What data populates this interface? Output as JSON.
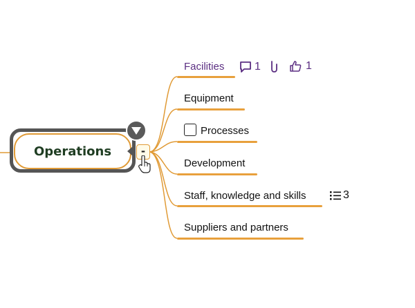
{
  "central": {
    "label": "Operations"
  },
  "controls": {
    "collapse_label": "-"
  },
  "branches": [
    {
      "label": "Facilities",
      "comments_count": "1",
      "likes_count": "1"
    },
    {
      "label": "Equipment"
    },
    {
      "label": "Processes"
    },
    {
      "label": "Development"
    },
    {
      "label": "Staff, knowledge and skills",
      "tasks_count": "3"
    },
    {
      "label": "Suppliers and partners"
    }
  ],
  "colors": {
    "branch_line": "#e09a35",
    "link_text": "#5b2e82",
    "central_text": "#1f3d22",
    "central_border": "#555555"
  },
  "icons": [
    "dropdown-triangle-icon",
    "comment-icon",
    "attachment-icon",
    "thumbs-up-icon",
    "checkbox-icon",
    "task-list-icon",
    "hand-cursor-icon"
  ]
}
